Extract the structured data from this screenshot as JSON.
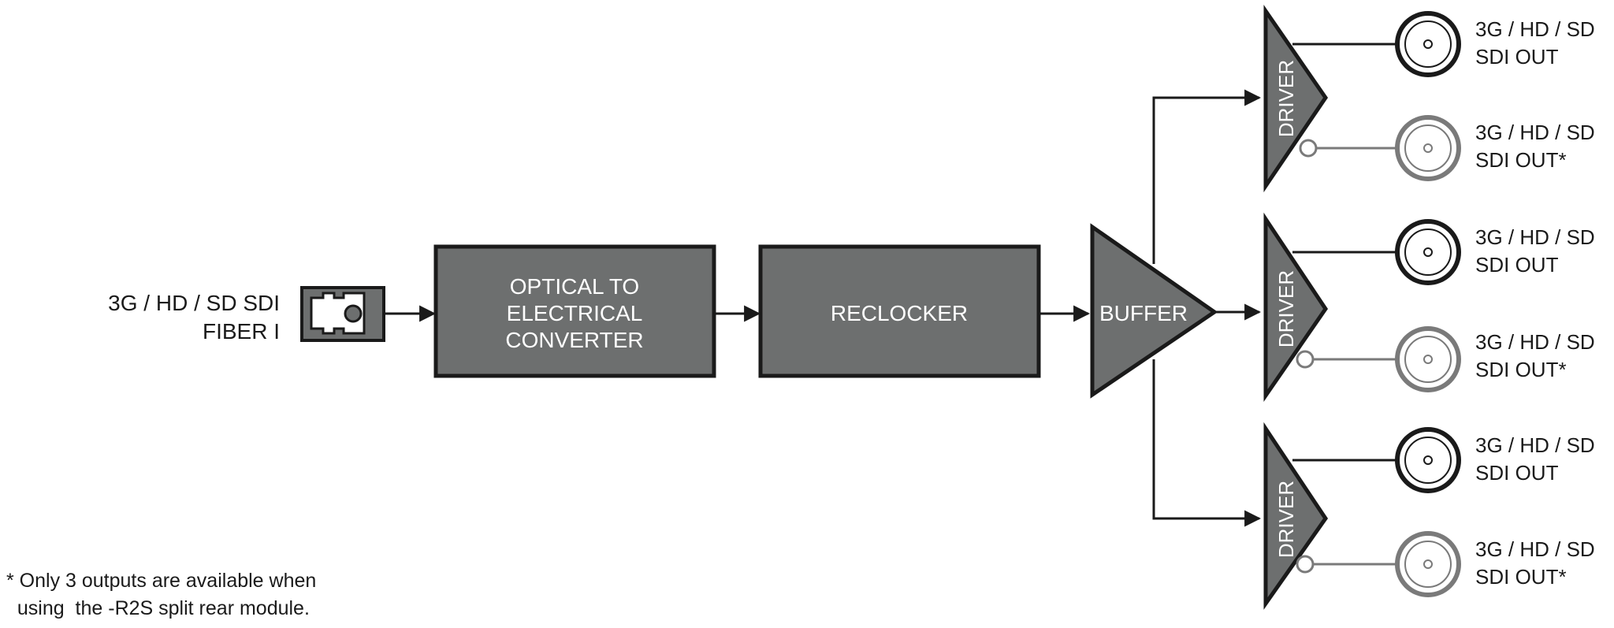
{
  "input": {
    "label_line1": "3G / HD / SD SDI",
    "label_line2": "FIBER I"
  },
  "blocks": {
    "converter": {
      "line1": "OPTICAL TO",
      "line2": "ELECTRICAL",
      "line3": "CONVERTER"
    },
    "reclocker": "RECLOCKER",
    "buffer": "BUFFER"
  },
  "drivers": [
    "DRIVER",
    "DRIVER",
    "DRIVER"
  ],
  "outputs": [
    {
      "line1": "3G / HD / SD",
      "line2": "SDI OUT"
    },
    {
      "line1": "3G / HD / SD",
      "line2": "SDI OUT*"
    },
    {
      "line1": "3G / HD / SD",
      "line2": "SDI OUT"
    },
    {
      "line1": "3G / HD / SD",
      "line2": "SDI OUT*"
    },
    {
      "line1": "3G / HD / SD",
      "line2": "SDI OUT"
    },
    {
      "line1": "3G / HD / SD",
      "line2": "SDI OUT*"
    }
  ],
  "footnote": {
    "line1": "* Only 3 outputs are available when",
    "line2": "  using  the -R2S split rear module."
  },
  "colors": {
    "block_fill": "#6d6f6f",
    "stroke": "#1a1a1a",
    "optional_connector": "#7a7a7a"
  }
}
